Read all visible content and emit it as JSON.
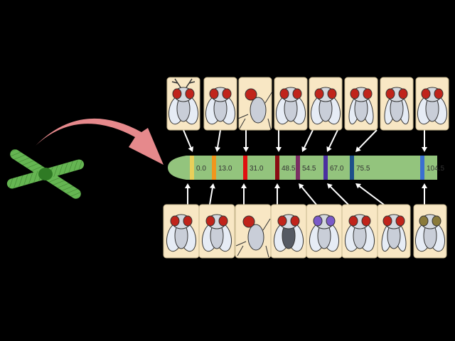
{
  "chromosome_map": {
    "positions": [
      {
        "value": "0.0",
        "color": "#e8cf5a"
      },
      {
        "value": "13.0",
        "color": "#f0961e"
      },
      {
        "value": "31.0",
        "color": "#e01010"
      },
      {
        "value": "48.5",
        "color": "#8a0c12"
      },
      {
        "value": "54.5",
        "color": "#7a2d63"
      },
      {
        "value": "67.0",
        "color": "#4a2fa0"
      },
      {
        "value": "75.5",
        "color": "#1c4f8a"
      },
      {
        "value": "104.5",
        "color": "#3a6fd0"
      }
    ]
  },
  "colors": {
    "background": "#000000",
    "chromosome_bar": "#93c47d",
    "card": "#f8e7c4",
    "arrow_pink": "#e6898c",
    "x_chromosome": "#65b552",
    "centromere": "#2f7a24",
    "fly_eye_red": "#c0241b",
    "fly_eye_purple": "#7b5bc8",
    "fly_eye_brown": "#8a7a3a",
    "fly_body": "#c9ced8",
    "fly_wing": "#e6ecf5"
  },
  "icons": {
    "chromosome": "x-chromosome-icon",
    "arrow": "curved-arrow-icon",
    "fly": "drosophila-fly-icon"
  }
}
